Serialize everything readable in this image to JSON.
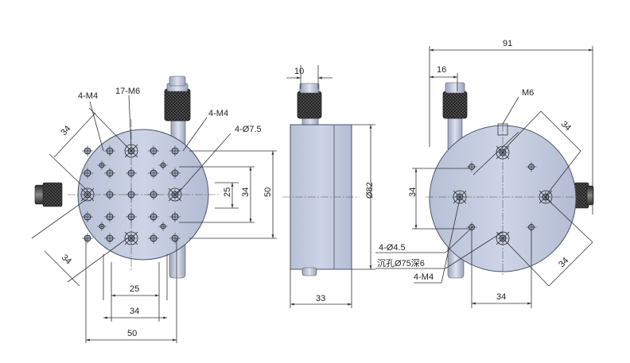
{
  "colors": {
    "body_fill": "#c4cce0",
    "body_stroke": "#4a5368",
    "knob_dark": "#3a3a3a",
    "line": "#333333",
    "text": "#222222"
  },
  "view1": {
    "label_tl": "4-M4",
    "label_top": "17-M6",
    "label_tr": "4-M4",
    "label_r": "4-Ø7.5",
    "dim_diag_tl": "34",
    "dim_diag_bl": "34",
    "dim_v25": "25",
    "dim_v34": "34",
    "dim_v50": "50",
    "dim_h25": "25",
    "dim_h34": "34",
    "dim_h50": "50"
  },
  "view2": {
    "dim_top": "10",
    "dim_diameter": "Ø82",
    "dim_bottom": "33"
  },
  "view3": {
    "dim_91": "91",
    "dim_16": "16",
    "label_m6": "M6",
    "dim_diag_tr": "34",
    "dim_v34": "34",
    "dim_diag_br": "34",
    "label_holes": "4-Ø4.5",
    "label_counterbore": "沉孔Ø75深6",
    "label_m4": "4-M4",
    "dim_h34": "34"
  }
}
